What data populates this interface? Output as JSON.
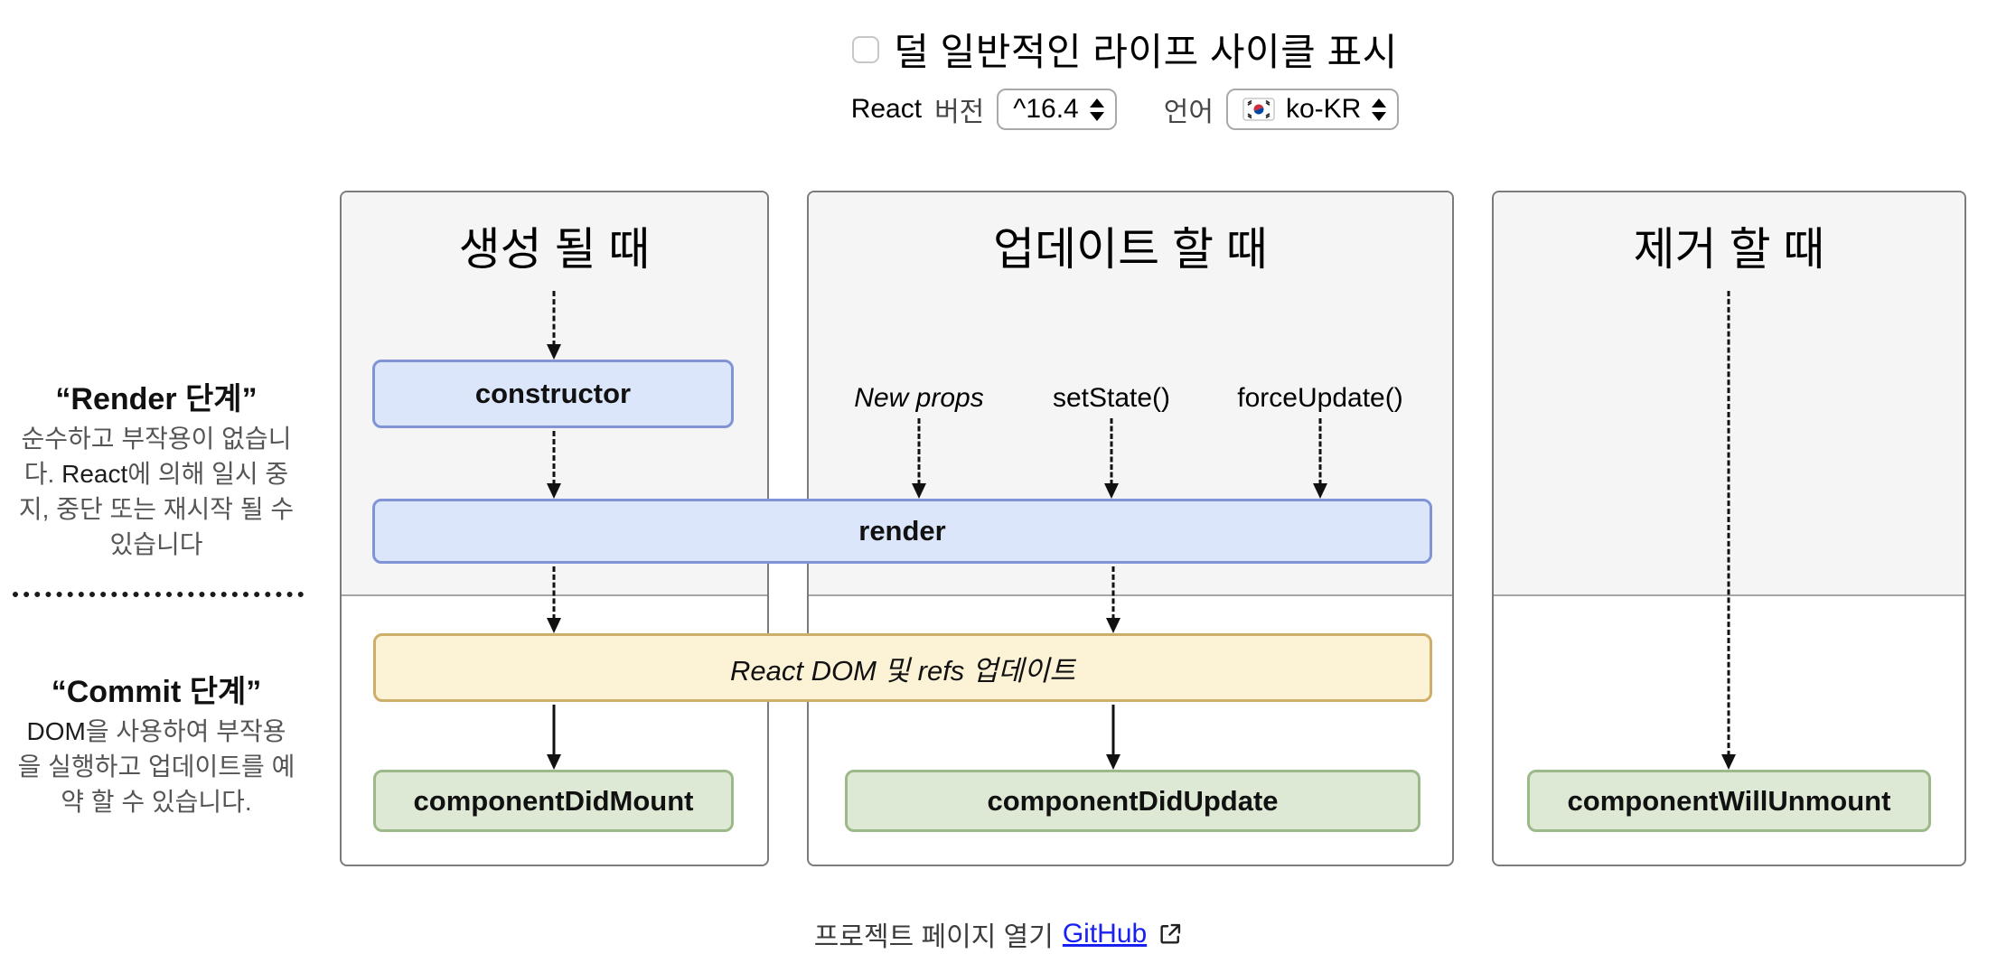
{
  "title_bar": {
    "label": "덜 일반적인 라이프 사이클 표시",
    "checkbox_checked": false
  },
  "controls": {
    "react_version": {
      "latin": "React",
      "label": "버전",
      "value": "^16.4"
    },
    "language": {
      "label": "언어",
      "value": "ko-KR",
      "flag": "korea-flag"
    }
  },
  "sidebar": {
    "render_phase": {
      "title": "“Render 단계”",
      "desc_part1": "순수하고 부작용이 없습니다. ",
      "desc_latin": "React",
      "desc_part2": "에 의해 일시 중지, 중단 또는 재시작 될 수 있습니다"
    },
    "commit_phase": {
      "title": "“Commit 단계”",
      "desc_latin": "DOM",
      "desc_part2": "을 사용하여 부작용을 실행하고 업데이트를 예약 할 수 있습니다."
    }
  },
  "columns": {
    "mounting": {
      "title": "생성 될 때"
    },
    "updating": {
      "title": "업데이트 할 때",
      "triggers": {
        "new_props": "New props",
        "set_state": "setState()",
        "force_update": "forceUpdate()"
      }
    },
    "unmounting": {
      "title": "제거 할 때"
    }
  },
  "boxes": {
    "constructor": "constructor",
    "render": "render",
    "react_dom_update": "React DOM 및 refs 업데이트",
    "component_did_mount": "componentDidMount",
    "component_did_update": "componentDidUpdate",
    "component_will_unmount": "componentWillUnmount"
  },
  "footer": {
    "text": "프로젝트 페이지 열기",
    "link": "GitHub"
  },
  "colors": {
    "accent-blue-bg": "#dbe6fa",
    "accent-blue-border": "#8094d6",
    "accent-yellow-bg": "#fcf3d7",
    "accent-yellow-border": "#cfae69",
    "accent-green-bg": "#dde9d5",
    "accent-green-border": "#9cba89",
    "panel-bg": "#f5f5f5",
    "panel-border": "#7b7b7b",
    "divider": "#a6a6a6",
    "muted-text": "#555555",
    "link-blue": "#1820f2"
  }
}
